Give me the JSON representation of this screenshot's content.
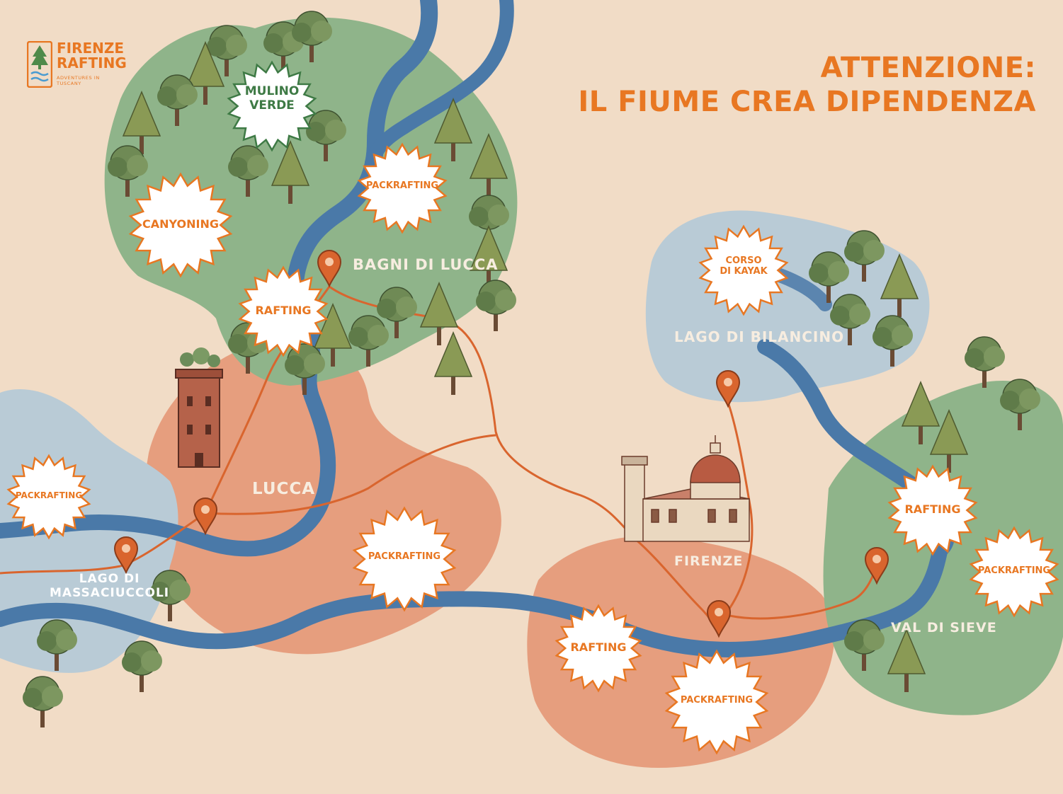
{
  "logo": {
    "line1": "FIRENZE",
    "line2": "RAFTING",
    "tagline": "ADVENTURES IN TUSCANY"
  },
  "headline": {
    "line1": "ATTENZIONE:",
    "line2": "IL FIUME CREA DIPENDENZA"
  },
  "places": {
    "mulino_verde": [
      "MULINO",
      "VERDE"
    ],
    "bagni_di_lucca": "BAGNI DI LUCCA",
    "lucca": "LUCCA",
    "lago_di_massaciuccoli": [
      "LAGO DI",
      "MASSACIUCCOLI"
    ],
    "lago_di_bilancino": "LAGO DI BILANCINO",
    "firenze": "FIRENZE",
    "val_di_sieve": "VAL DI SIEVE"
  },
  "activities": {
    "packrafting_serchio": "PACKRAFTING",
    "canyoning": "CANYONING",
    "rafting_bagni": "RAFTING",
    "kayak": [
      "CORSO",
      "DI KAYAK"
    ],
    "packrafting_massaciuccoli": "PACKRAFTING",
    "packrafting_lucca": "PACKRAFTING",
    "rafting_sieve": "RAFTING",
    "packrafting_sieve": "PACKRAFTING",
    "rafting_firenze": "RAFTING",
    "packrafting_firenze": "PACKRAFTING"
  },
  "colors": {
    "background": "#f1dcc6",
    "forest_green": "#8fb48a",
    "terracotta": "#e59a7a",
    "lake_blue": "#b9cbd6",
    "river_blue": "#4a79a8",
    "accent_orange": "#e87722",
    "route_orange": "#d9652e",
    "marker_orange": "#d9652e"
  },
  "icons": {
    "marker": "map-pin-icon",
    "tree": "tree-icon",
    "tower": "tower-icon",
    "duomo": "duomo-icon"
  }
}
